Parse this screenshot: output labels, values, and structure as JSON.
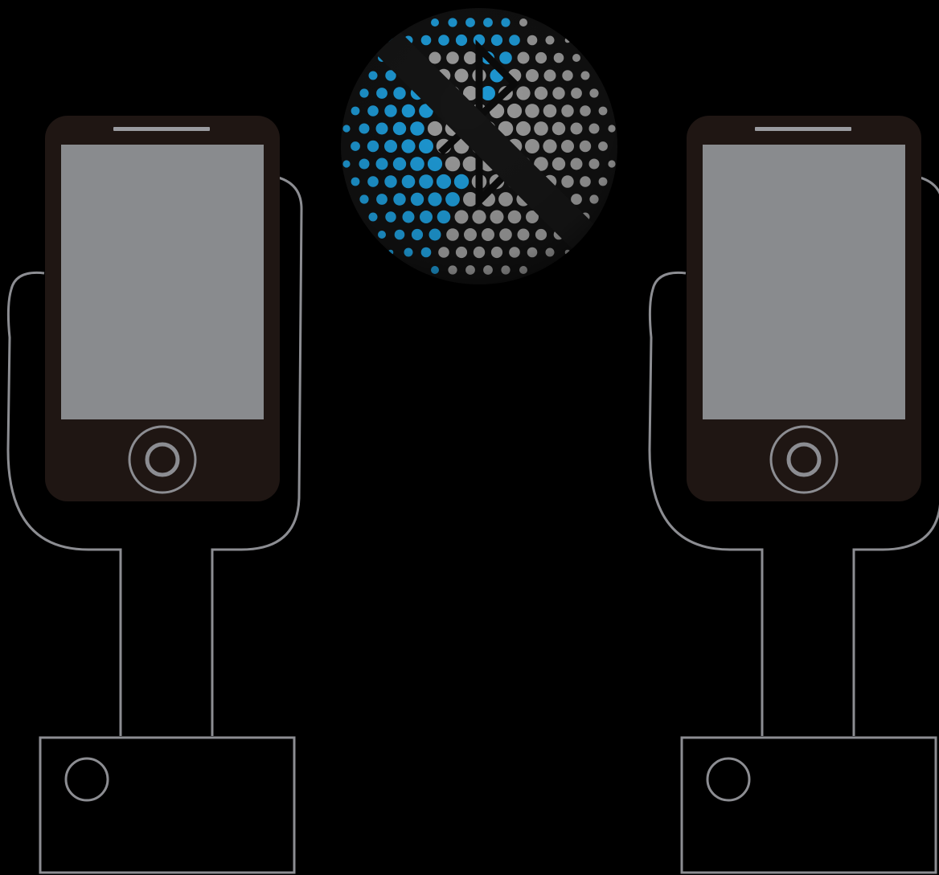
{
  "scene": {
    "background": "#000000",
    "outline_color": "#8c8d92",
    "phone_body_color": "#1f1613",
    "screen_color": "#898b8e",
    "speaker_color": "#9a9ba0",
    "globe_blue": "#1e9ad6",
    "globe_gray": "#9a9a9a",
    "globe_icon": "bluetooth-globe-icon"
  },
  "devices": [
    {
      "name": "left-phone-on-stand",
      "icon": "smartphone-icon",
      "stand": "phone-stand"
    },
    {
      "name": "right-phone-on-stand",
      "icon": "smartphone-icon",
      "stand": "phone-stand"
    }
  ]
}
